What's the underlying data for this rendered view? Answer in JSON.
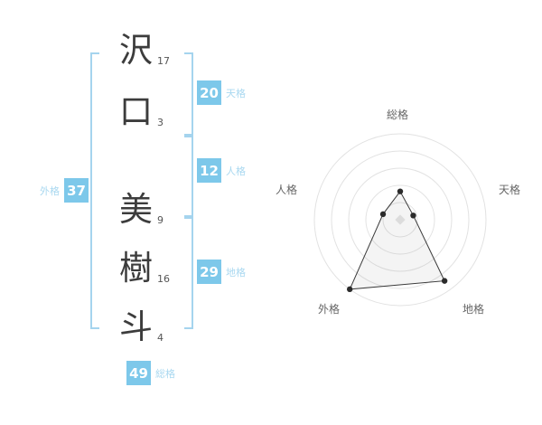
{
  "name": {
    "characters": [
      {
        "char": "沢",
        "strokes": "17"
      },
      {
        "char": "口",
        "strokes": "3"
      },
      {
        "char": "美",
        "strokes": "9"
      },
      {
        "char": "樹",
        "strokes": "16"
      },
      {
        "char": "斗",
        "strokes": "4"
      }
    ]
  },
  "kaku": {
    "tenkaku": {
      "label": "天格",
      "value": "20"
    },
    "jinkaku": {
      "label": "人格",
      "value": "12"
    },
    "chikaku": {
      "label": "地格",
      "value": "29"
    },
    "gaikaku": {
      "label": "外格",
      "value": "37"
    },
    "soukaku": {
      "label": "総格",
      "value": "49"
    }
  },
  "colors": {
    "badge_blue": "#7dc8ea",
    "label_blue": "#a9d8f0",
    "bracket_blue": "#a5d4ee",
    "text_dark": "#3c3c3c",
    "ring_gray": "#e2e2e2",
    "polygon_stroke": "#3a3a3a"
  },
  "chart_data": {
    "type": "radar",
    "title": "",
    "axes": [
      "総格",
      "天格",
      "地格",
      "外格",
      "人格"
    ],
    "values": [
      49,
      20,
      29,
      37,
      12
    ],
    "plot_fractions": [
      0.33,
      0.16,
      0.88,
      1.0,
      0.21
    ],
    "rings": 5,
    "grid": "circular",
    "legend": "none"
  }
}
